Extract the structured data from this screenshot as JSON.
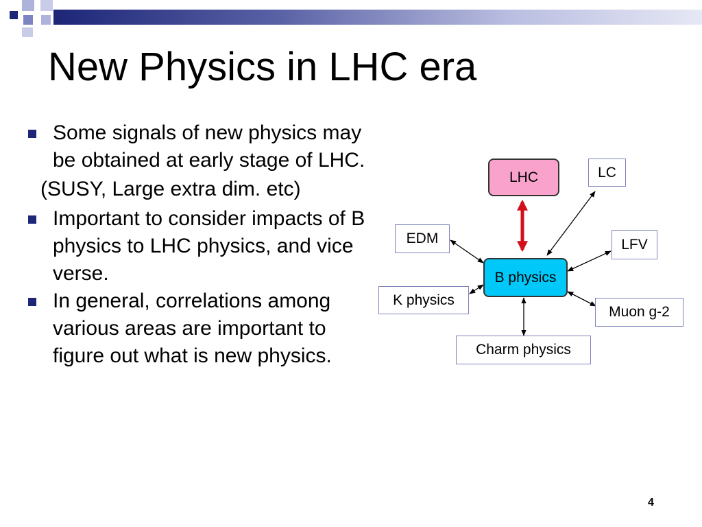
{
  "slide": {
    "title": "New Physics in LHC era",
    "page_number": "4",
    "bullets": [
      "Some signals of new physics may be obtained at early stage of LHC.",
      "Important to consider impacts of B physics to LHC physics, and vice verse.",
      "In general, correlations among various areas are important to figure out what is new physics."
    ],
    "sub_note": "(SUSY, Large extra dim. etc)"
  },
  "diagram": {
    "nodes": {
      "lhc": "LHC",
      "lc": "LC",
      "edm": "EDM",
      "lfv": "LFV",
      "b_physics": "B physics",
      "k_physics": "K physics",
      "muon_g2": "Muon g-2",
      "charm_physics": "Charm  physics"
    }
  },
  "colors": {
    "accent_navy": "#1d2677",
    "lhc_fill": "#f9a3cc",
    "b_physics_fill": "#00c8f8",
    "lhc_b_arrow": "#d0111b"
  }
}
